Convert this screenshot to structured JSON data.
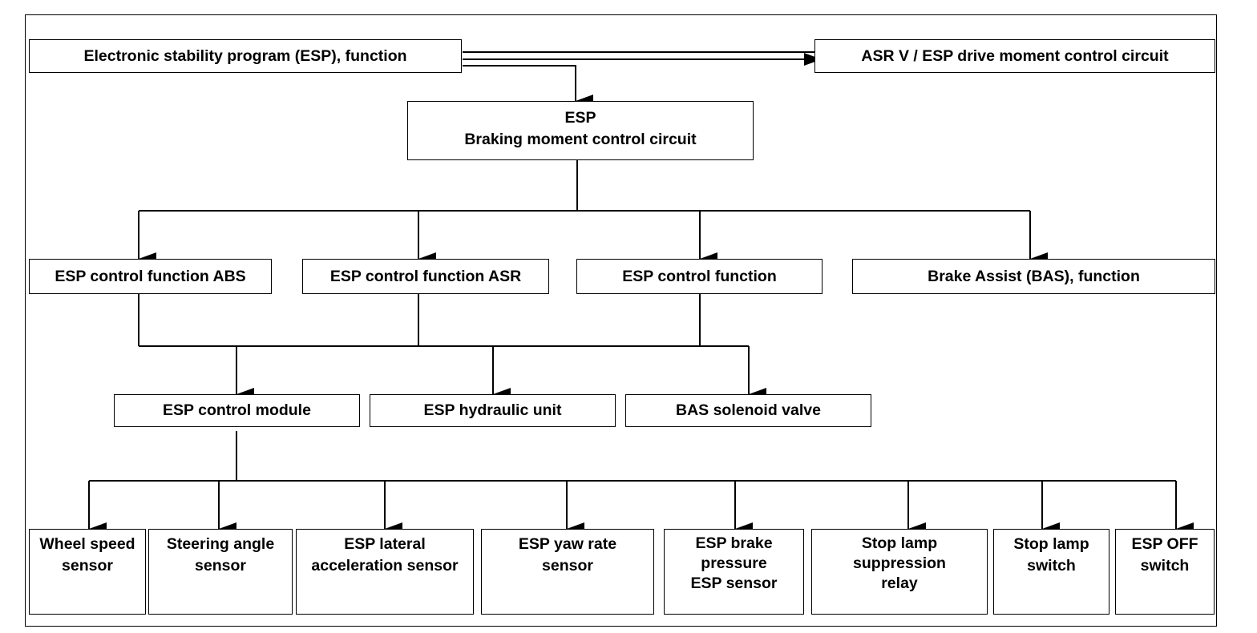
{
  "nodes": {
    "esp_function": "Electronic stability program (ESP), function",
    "asr_circuit": "ASR V / ESP drive moment control circuit",
    "esp_braking": [
      "ESP",
      "Braking moment control circuit"
    ],
    "abs": "ESP control function ABS",
    "asr": "ESP control function ASR",
    "esp_ctrl": "ESP control function",
    "bas_function": "Brake Assist (BAS), function",
    "control_module": "ESP control module",
    "hydraulic_unit": "ESP hydraulic unit",
    "bas_valve": "BAS solenoid valve",
    "wheel_speed": [
      "Wheel speed",
      "sensor"
    ],
    "steering": [
      "Steering angle",
      "sensor"
    ],
    "lateral": [
      "ESP lateral",
      "acceleration sensor"
    ],
    "yaw": [
      "ESP yaw rate",
      "sensor"
    ],
    "brake_pressure": [
      "ESP brake",
      "pressure",
      "ESP sensor"
    ],
    "stop_relay": [
      "Stop lamp",
      "suppression",
      "relay"
    ],
    "stop_switch": [
      "Stop lamp",
      "switch"
    ],
    "esp_off": [
      "ESP OFF",
      "switch"
    ]
  },
  "colors": {
    "line": "#000000",
    "background": "#ffffff"
  }
}
